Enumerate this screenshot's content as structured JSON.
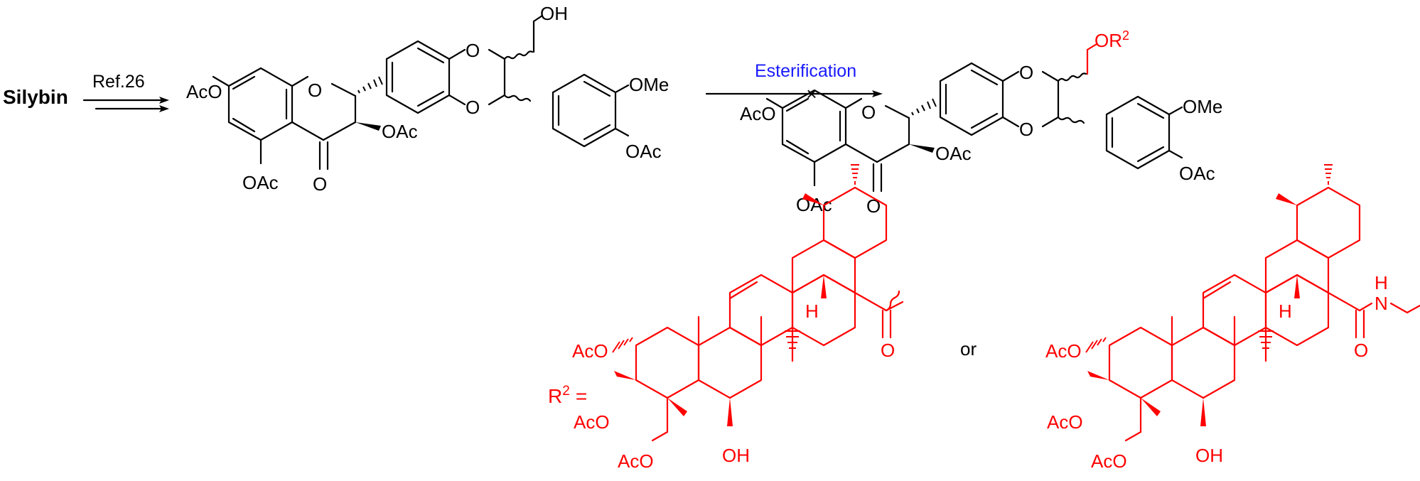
{
  "start_compound": "Silybin",
  "step1_reagent": "Ref.26",
  "step2_reagent": "Esterification",
  "step2_failed_mark": "×",
  "labels": {
    "oh": "OH",
    "ome": "OMe",
    "oac": "OAc",
    "aco": "AcO",
    "o": "O",
    "h": "H",
    "n": "N",
    "or": "OR",
    "sup2": "2"
  },
  "r2_prefix": "R",
  "r2_equals": "=",
  "or_word": "or",
  "colors": {
    "reagent_blue": "#1a1aff",
    "substituent_red": "#ff0000",
    "ink": "#000000"
  }
}
